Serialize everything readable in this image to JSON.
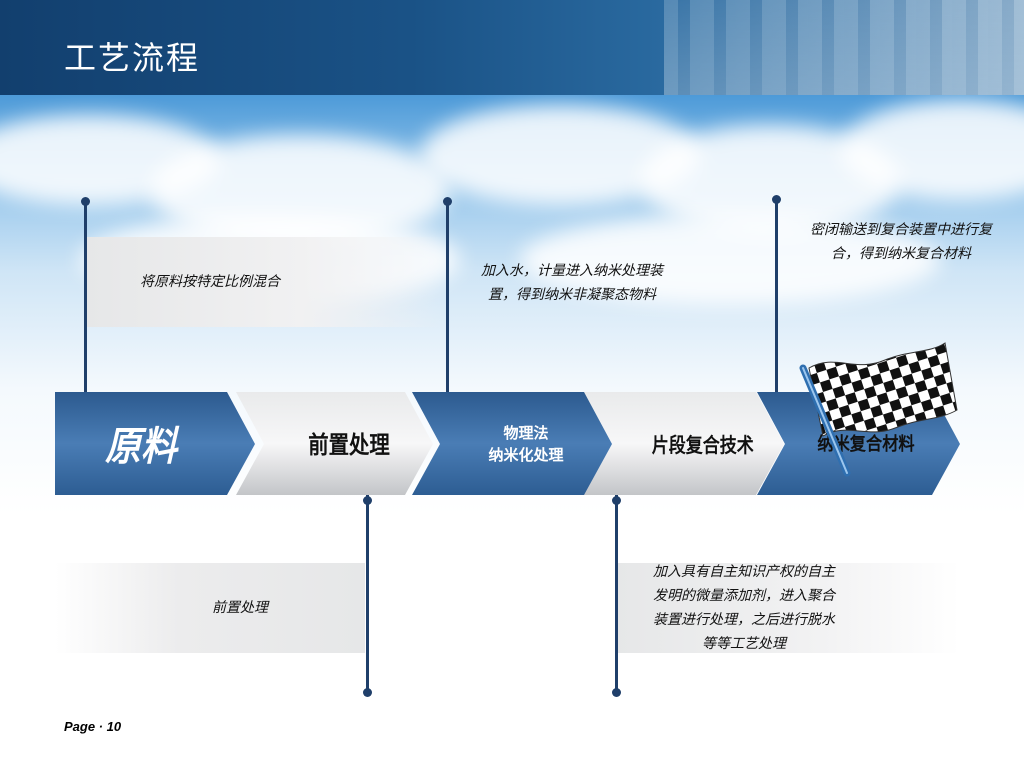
{
  "header": {
    "title": "工艺流程"
  },
  "steps": [
    {
      "label": "原料"
    },
    {
      "label": "前置处理"
    },
    {
      "label_line1": "物理法",
      "label_line2": "纳米化处理"
    },
    {
      "label": "片段复合技术"
    },
    {
      "label": "纳米复合材料"
    }
  ],
  "notes": {
    "mix": "将原料按特定比例混合",
    "water_line1": "加入水，计量进入纳米处理装",
    "water_line2": "置，得到纳米非凝聚态物料",
    "sealed_line1": "密闭输送到复合装置中进行复",
    "sealed_line2": "合，得到纳米复合材料",
    "pre": "前置处理",
    "additive_line1": "加入具有自主知识产权的自主",
    "additive_line2": "发明的微量添加剂，进入聚合",
    "additive_line3": "装置进行处理，之后进行脱水",
    "additive_line4": "等等工艺处理"
  },
  "icons": {
    "finish": "checkered-flag-icon"
  },
  "colors": {
    "header": "#1a5286",
    "step_blue": "#3d6ea6",
    "step_grey": "#c9cacc",
    "connector": "#1f3f6a"
  },
  "footer": {
    "page": "Page · 10"
  }
}
